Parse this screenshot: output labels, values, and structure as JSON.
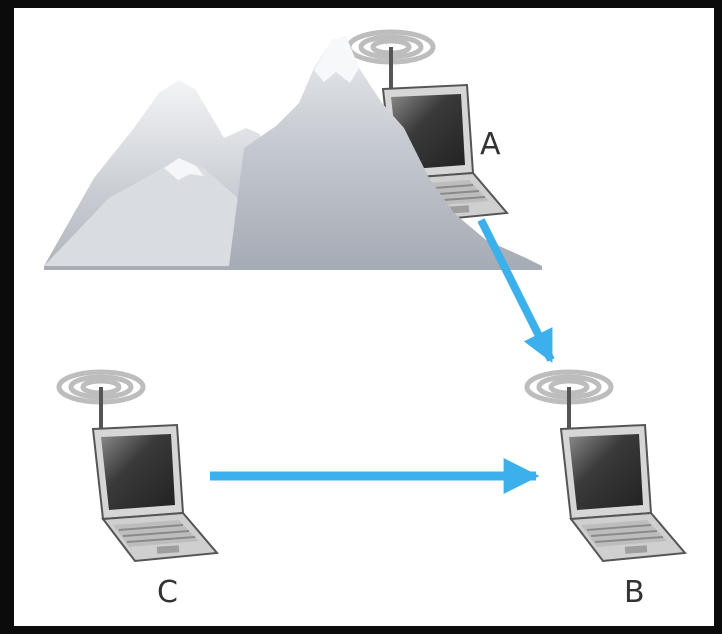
{
  "nodes": {
    "a": {
      "label": "A",
      "icon": "wireless-laptop-icon"
    },
    "b": {
      "label": "B",
      "icon": "wireless-laptop-icon"
    },
    "c": {
      "label": "C",
      "icon": "wireless-laptop-icon"
    }
  },
  "obstacle": {
    "icon": "mountain-icon"
  },
  "colors": {
    "arrow": "#3cb0ea",
    "mountain": "#b7bcc4",
    "laptop_body": "#c8c8c8",
    "laptop_screen": "#3e3e3e"
  }
}
